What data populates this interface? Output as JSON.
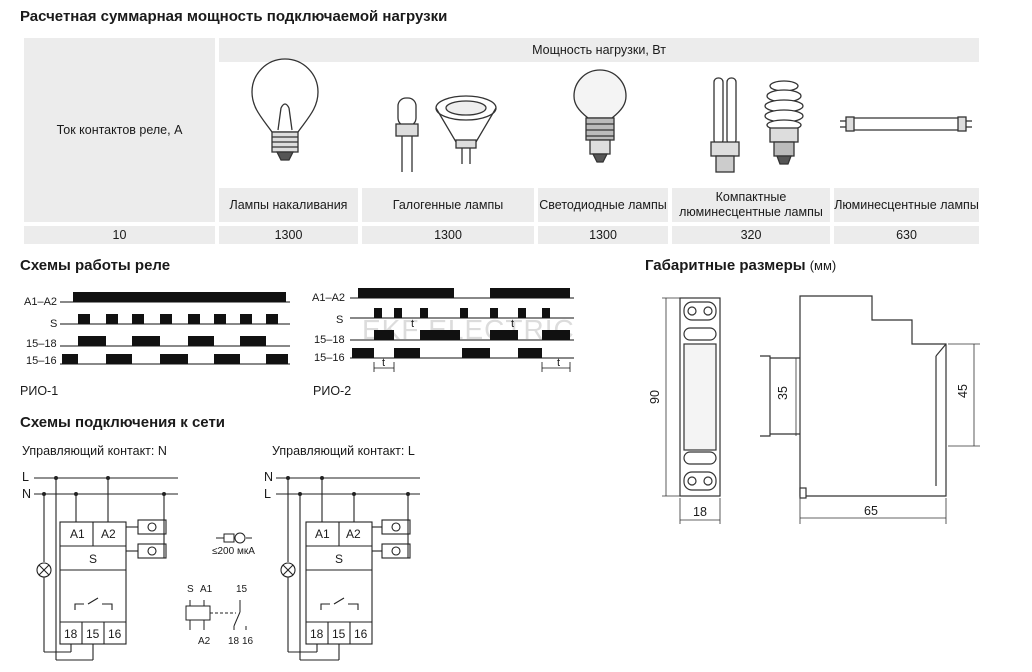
{
  "load_section": {
    "title": "Расчетная суммарная мощность подключаемой нагрузки",
    "header": "Мощность нагрузки, Вт",
    "row_label": "Ток контактов реле, А",
    "current": "10",
    "lamps": [
      {
        "name": "Лампы накаливания",
        "power": "1300"
      },
      {
        "name": "Галогенные лампы",
        "power": "1300"
      },
      {
        "name": "Светодиодные лампы",
        "power": "1300"
      },
      {
        "name": "Компактные люминесцентные лампы",
        "power": "320"
      },
      {
        "name": "Люминесцентные лампы",
        "power": "630"
      }
    ]
  },
  "relay_section": {
    "title": "Схемы работы реле",
    "rio1": {
      "name": "РИО-1",
      "rows": [
        "A1–A2",
        "S",
        "15–18",
        "15–16"
      ]
    },
    "rio2": {
      "name": "РИО-2",
      "rows": [
        "A1–A2",
        "S",
        "15–18",
        "15–16"
      ],
      "t_label": "t"
    },
    "watermark": "EKF ELECTRIC"
  },
  "dims_section": {
    "title": "Габаритные размеры",
    "unit": "(мм)",
    "front_height": "90",
    "front_width": "18",
    "rail_height": "35",
    "side_height": "45",
    "side_width": "65"
  },
  "connection_section": {
    "title": "Схемы подключения к сети",
    "left_caption": "Управляющий контакт: N",
    "right_caption": "Управляющий контакт: L",
    "left_lines": [
      "L",
      "N"
    ],
    "right_lines": [
      "N",
      "L"
    ],
    "terminals_top": [
      "A1",
      "A2"
    ],
    "terminal_s": "S",
    "terminals_bottom": [
      "18",
      "15",
      "16"
    ],
    "current_note": "≤200 мкА",
    "legend_top": [
      "S",
      "A1",
      "15"
    ],
    "legend_bottom": [
      "A2",
      "18",
      "16"
    ]
  }
}
